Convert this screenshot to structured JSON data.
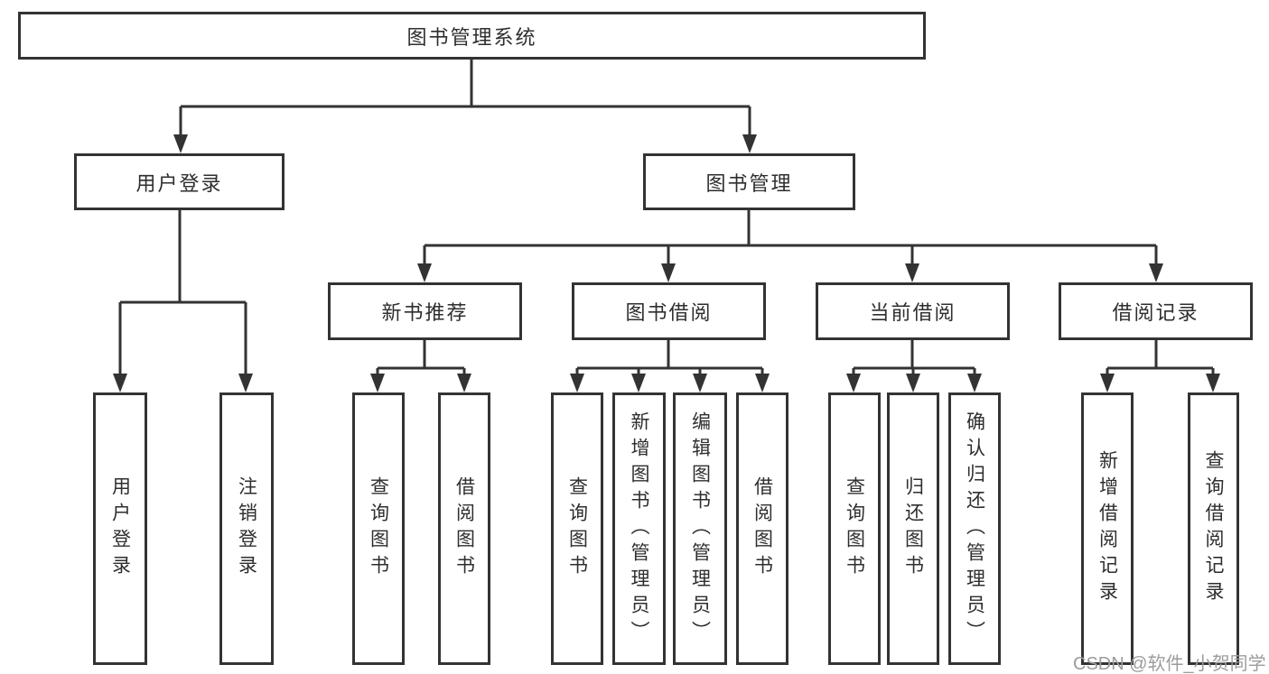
{
  "diagram": {
    "title_node": {
      "label": "图书管理系统"
    },
    "level2": [
      {
        "label": "用户登录"
      },
      {
        "label": "图书管理"
      }
    ],
    "level3": [
      {
        "label": "新书推荐"
      },
      {
        "label": "图书借阅"
      },
      {
        "label": "当前借阅"
      },
      {
        "label": "借阅记录"
      }
    ],
    "leaves": [
      {
        "label": "用户登录",
        "parent": "用户登录"
      },
      {
        "label": "注销登录",
        "parent": "用户登录"
      },
      {
        "label": "查询图书",
        "parent": "新书推荐"
      },
      {
        "label": "借阅图书",
        "parent": "新书推荐"
      },
      {
        "label": "查询图书",
        "parent": "图书借阅"
      },
      {
        "label": "新增图书（管理员）",
        "parent": "图书借阅"
      },
      {
        "label": "编辑图书（管理员）",
        "parent": "图书借阅"
      },
      {
        "label": "借阅图书",
        "parent": "图书借阅"
      },
      {
        "label": "查询图书",
        "parent": "当前借阅"
      },
      {
        "label": "归还图书",
        "parent": "当前借阅"
      },
      {
        "label": "确认归还（管理员）",
        "parent": "当前借阅"
      },
      {
        "label": "新增借阅记录",
        "parent": "借阅记录"
      },
      {
        "label": "查询借阅记录",
        "parent": "借阅记录"
      }
    ],
    "watermark": "CSDN @软件_小贺同学",
    "colors": {
      "line": "#333333",
      "box_border": "#333333",
      "box_background": "#ffffff",
      "text": "#2e2e2e",
      "watermark": "#9c9c9c",
      "page_background": "#ffffff"
    }
  }
}
